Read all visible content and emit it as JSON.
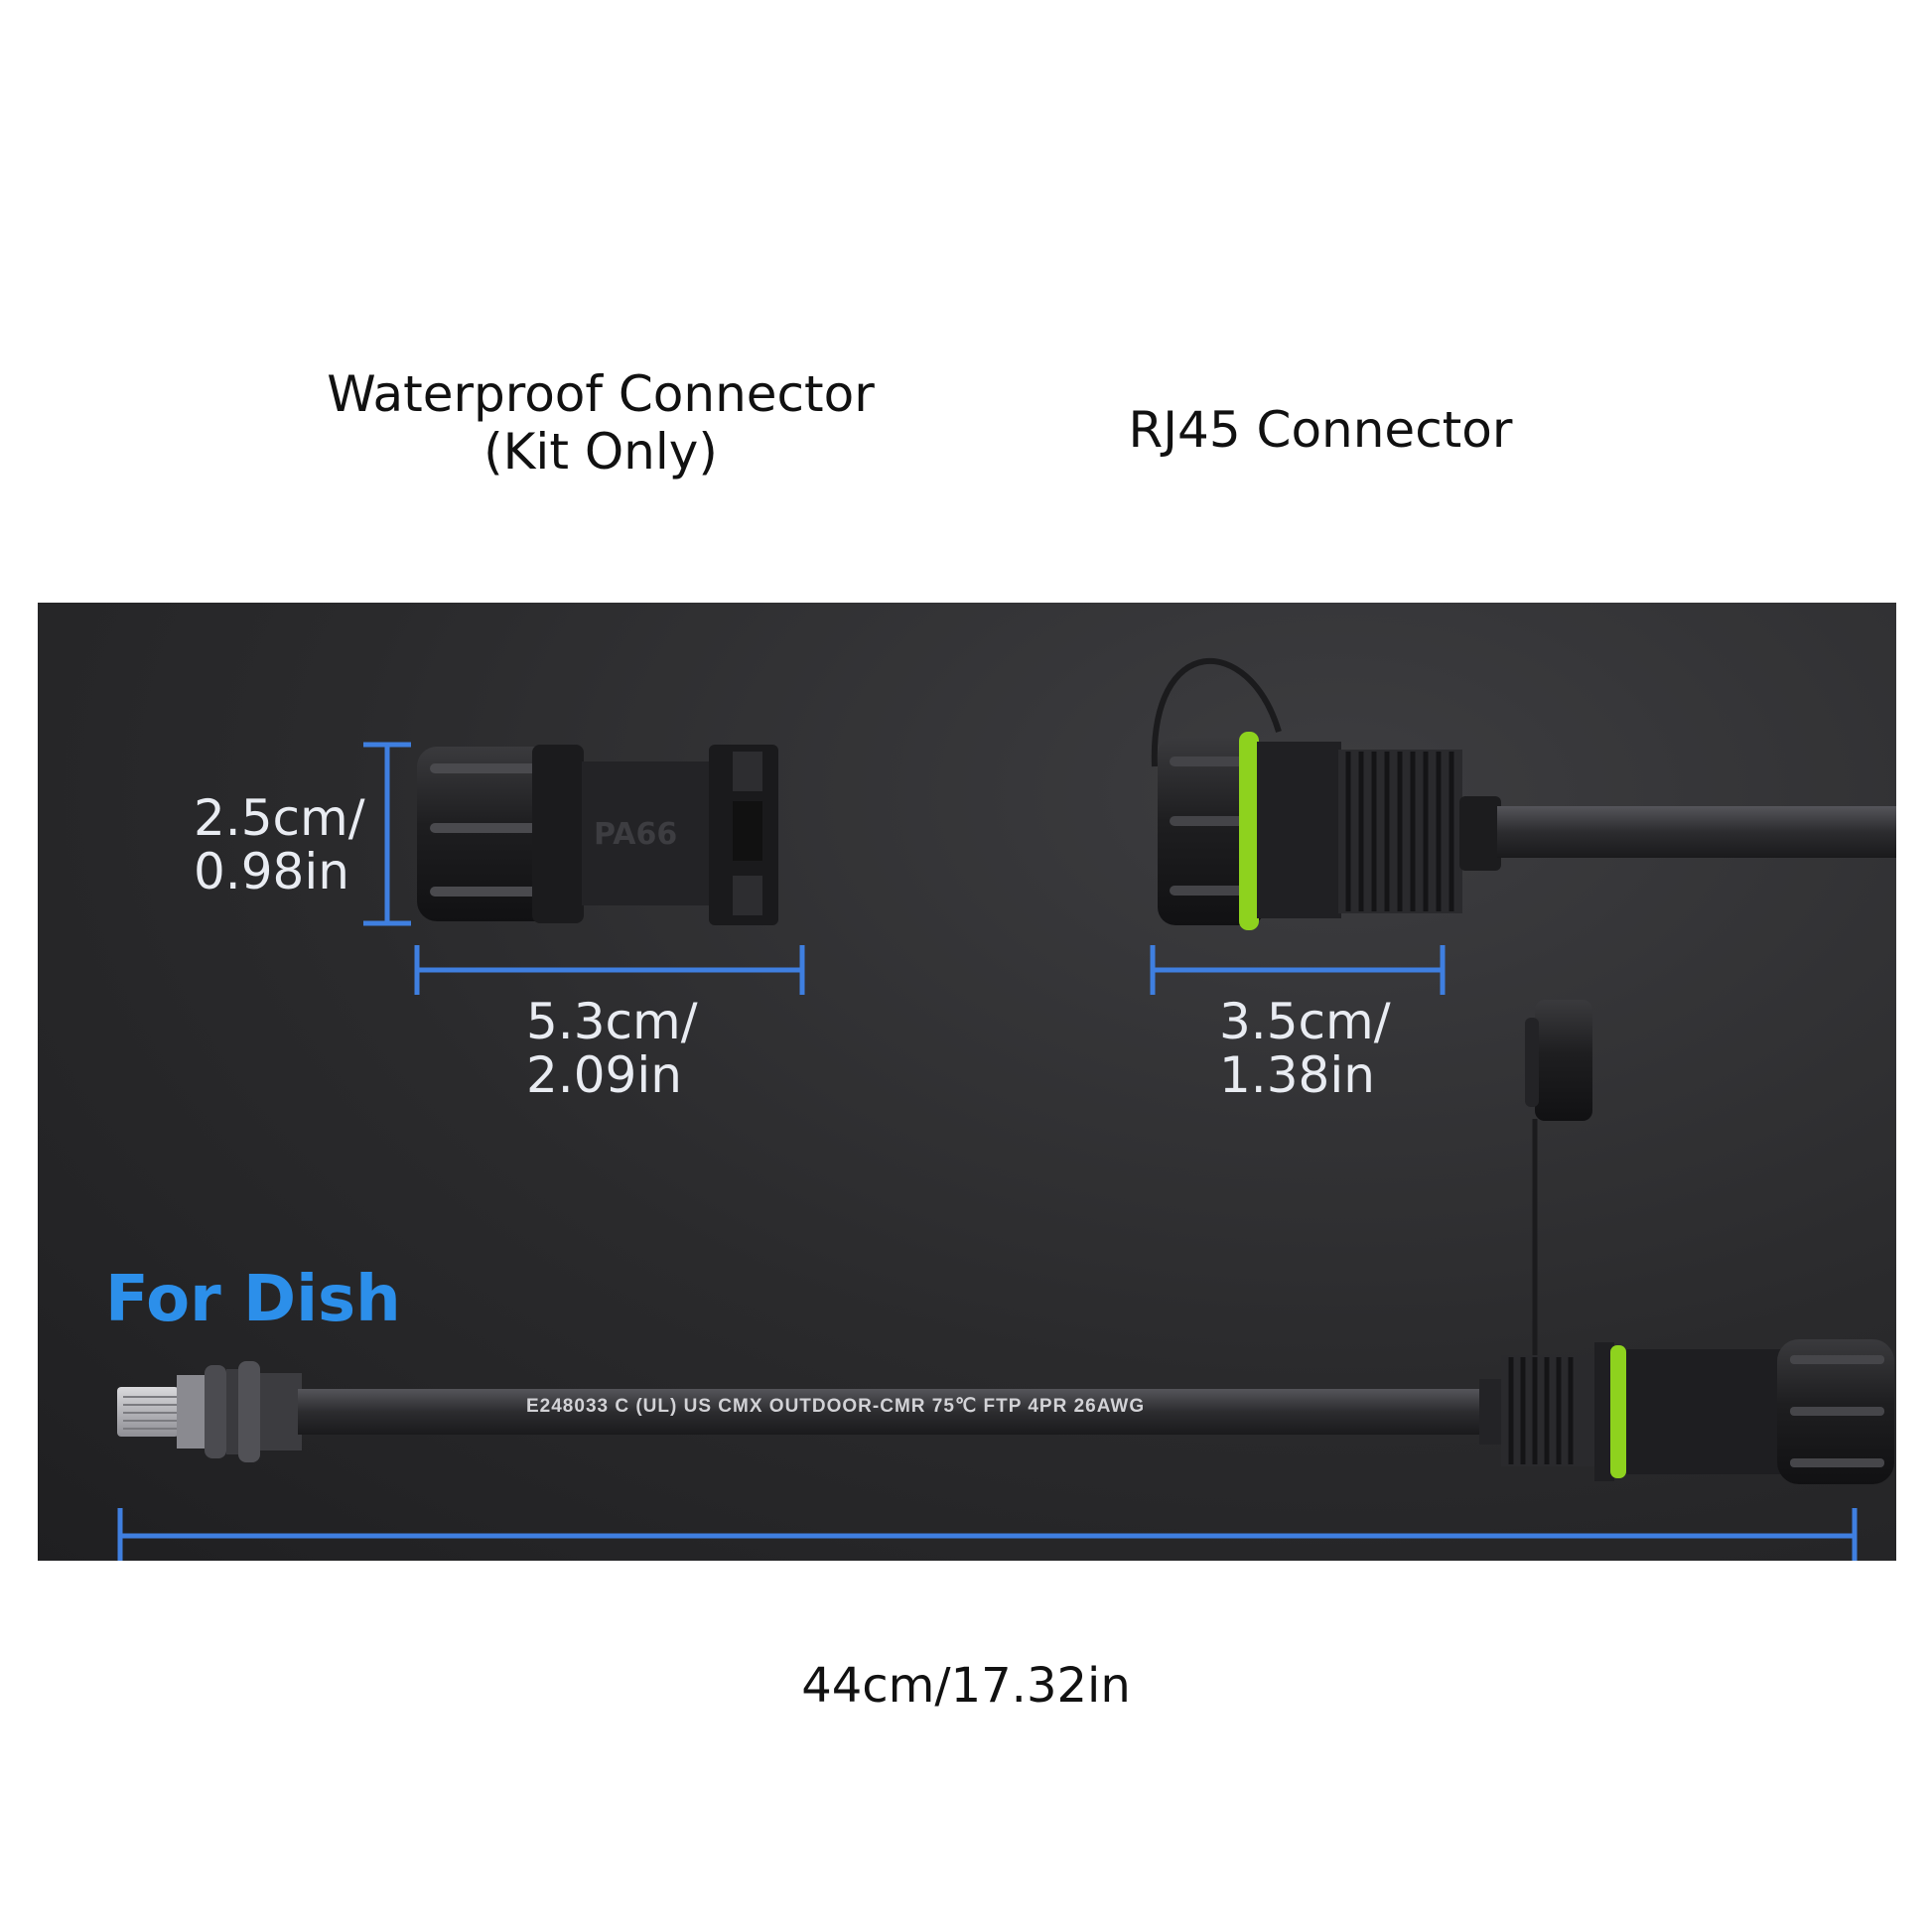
{
  "labels": {
    "waterproof_line1": "Waterproof Connector",
    "waterproof_line2": "(Kit Only)",
    "rj45": "RJ45 Connector",
    "for_dish": "For Dish",
    "total_length": "44cm/17.32in",
    "cable_print": "E248033 C (UL) US  CMX  OUTDOOR-CMR   75℃  FTP   4PR  26AWG",
    "connector_emboss": "PA66"
  },
  "dimensions": {
    "waterproof_height_cm": "2.5cm/",
    "waterproof_height_in": "0.98in",
    "waterproof_width_cm": "5.3cm/",
    "waterproof_width_in": "2.09in",
    "rj45_width_cm": "3.5cm/",
    "rj45_width_in": "1.38in"
  },
  "colors": {
    "dimension_line": "#3f7fe0",
    "accent_green": "#8ed21e",
    "for_dish_text": "#2c8fea"
  }
}
